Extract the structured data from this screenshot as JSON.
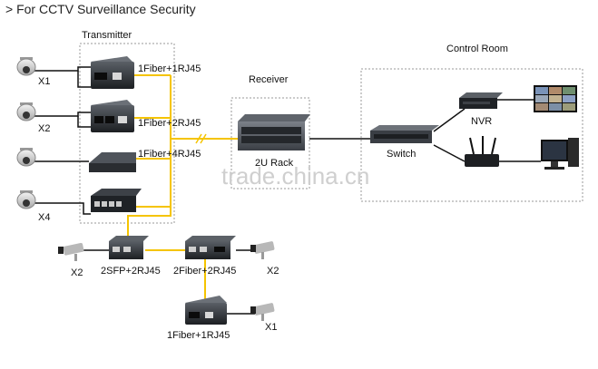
{
  "heading": "> For CCTV Surveillance Security",
  "sections": {
    "transmitter": "Transmitter",
    "receiver": "Receiver",
    "control_room": "Control Room"
  },
  "cameras": {
    "x1": "X1",
    "x2": "X2",
    "x4": "X4"
  },
  "devices": {
    "conv_1f1rj": "1Fiber+1RJ45",
    "conv_1f2rj": "1Fiber+2RJ45",
    "conv_1f4rj": "1Fiber+4RJ45",
    "rack": "2U Rack",
    "switch": "Switch",
    "nvr": "NVR",
    "conv_2sfp": "2SFP+2RJ45",
    "conv_2fiber": "2Fiber+2RJ45",
    "conv_bottom": "1Fiber+1RJ45"
  },
  "bottom_cams": {
    "left_x2": "X2",
    "right_x2": "X2",
    "bottom_x1": "X1"
  },
  "watermark": "trade.china.cn",
  "colors": {
    "fiber": "#f5c400",
    "ethernet": "#111111",
    "dashed_box": "#9a9a9a"
  }
}
